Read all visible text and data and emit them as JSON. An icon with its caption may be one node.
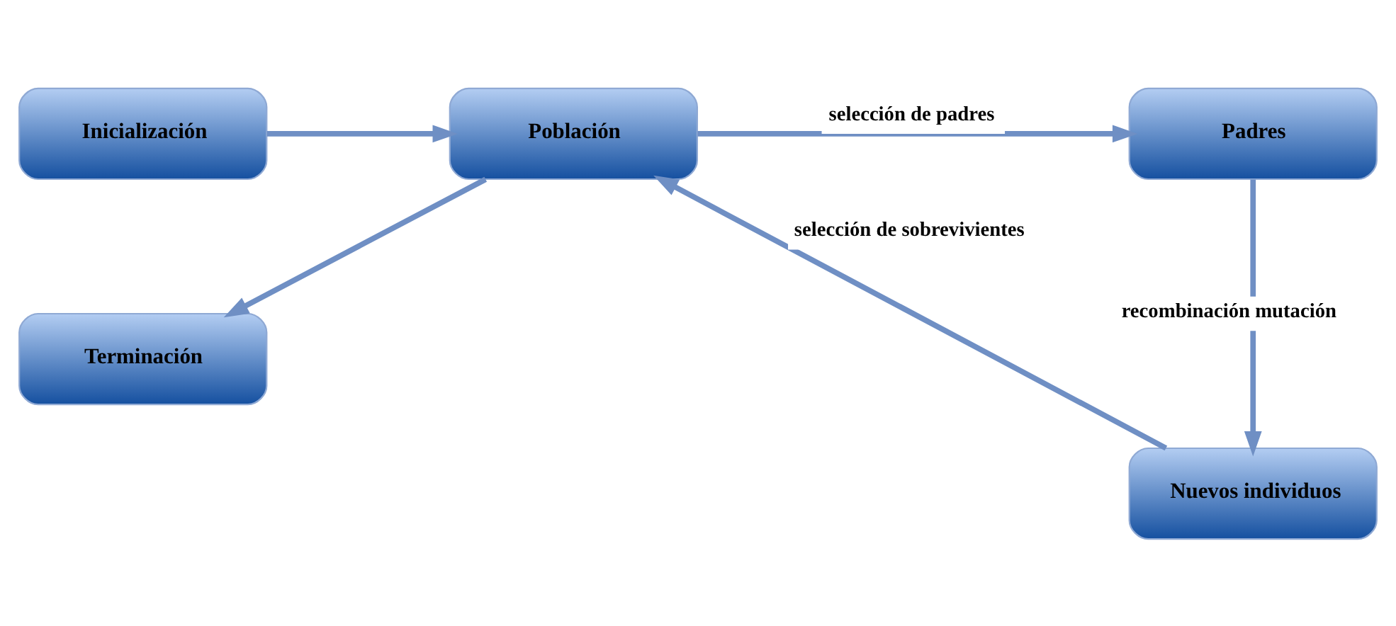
{
  "diagram": {
    "nodes": [
      {
        "text": [
          "Inicialización"
        ]
      },
      {
        "text": [
          "Población"
        ]
      },
      {
        "text": [
          "Padres"
        ]
      },
      {
        "text": [
          "Nuevos individuos"
        ]
      },
      {
        "text": [
          "Terminación"
        ]
      }
    ],
    "edges": [
      {
        "from": 0,
        "to": 1,
        "arrow": "to"
      },
      {
        "from": 1,
        "to": 2,
        "arrow": "to",
        "label": "selección de padres"
      },
      {
        "from": 2,
        "to": 3,
        "arrow": "to",
        "label": "recombinación mutación"
      },
      {
        "from": 3,
        "to": 1,
        "arrow": "to",
        "label": "selección de sobrevivientes"
      },
      {
        "from": 1,
        "to": 4,
        "arrow": "to"
      }
    ]
  }
}
